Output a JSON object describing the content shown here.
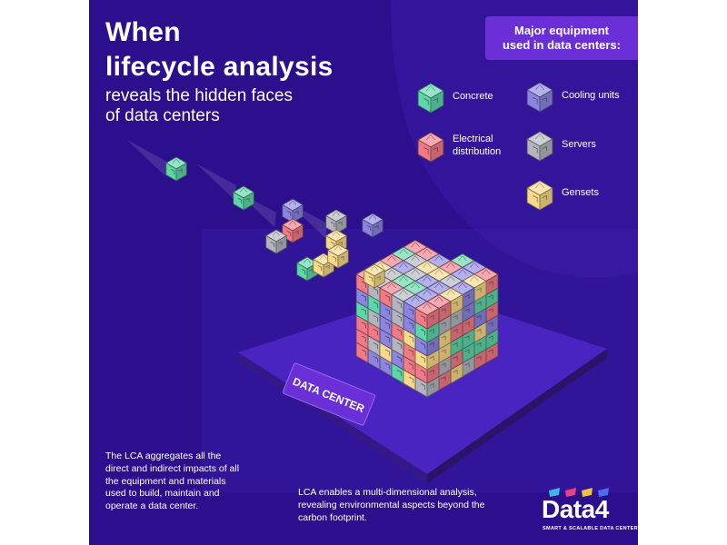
{
  "title": {
    "line1": "When",
    "line2": "lifecycle analysis"
  },
  "subtitle": {
    "line1": "reveals the hidden faces",
    "line2": "of data centers"
  },
  "legend": {
    "title_line1": "Major equipment",
    "title_line2": "used in data centers:",
    "items": [
      {
        "label_line1": "Concrete",
        "label_line2": "",
        "color": "#5fd6a8"
      },
      {
        "label_line1": "Cooling units",
        "label_line2": "",
        "color": "#8c85e0"
      },
      {
        "label_line1": "Electrical",
        "label_line2": "distribution",
        "color": "#f07b86"
      },
      {
        "label_line1": "Servers",
        "label_line2": "",
        "color": "#b4b4be"
      },
      {
        "label_line1": "Gensets",
        "label_line2": "",
        "color": "#f7d98a"
      }
    ]
  },
  "platform_label": "DATA CENTER",
  "paragraphs": {
    "left": "The LCA aggregates all the direct and indirect impacts of all the equipment and materials used to build, maintain and operate a data center.",
    "center": "LCA enables a multi-dimensional analysis, revealing environmental aspects beyond the carbon footprint."
  },
  "logo": {
    "name": "Data4",
    "tagline": "SMART & SCALABLE DATA CENTERS"
  },
  "colors": {
    "background": "#2b0f8c",
    "accent": "#6a2fd6",
    "panel": "#3a1ca8",
    "platform": "#4a24c0"
  }
}
